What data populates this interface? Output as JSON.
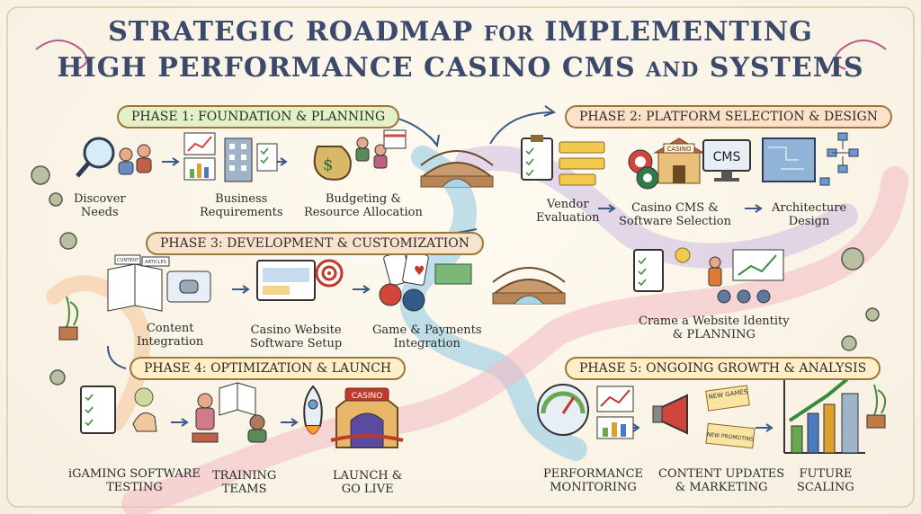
{
  "title": {
    "line1_a": "STRATEGIC ROADMAP",
    "line1_b": "FOR",
    "line1_c": "IMPLEMENTING",
    "line2_a": "HIGH PERFORMANCE CASINO CMS",
    "line2_b": "AND",
    "line2_c": "SYSTEMS"
  },
  "phases": [
    {
      "label": "PHASE 1: FOUNDATION & PLANNING"
    },
    {
      "label": "PHASE 2: PLATFORM SELECTION & DESIGN"
    },
    {
      "label": "PHASE 3: DEVELOPMENT & CUSTOMIZATION"
    },
    {
      "label": "PHASE 4: OPTIMIZATION & LAUNCH"
    },
    {
      "label": "PHASE 5: ONGOING GROWTH & ANALYSIS"
    }
  ],
  "steps": [
    {
      "line1": "Discover",
      "line2": "Needs"
    },
    {
      "line1": "Business",
      "line2": "Requirements"
    },
    {
      "line1": "Budgeting &",
      "line2": "Resource Allocation"
    },
    {
      "line1": "Vendor",
      "line2": "Evaluation"
    },
    {
      "line1": "Casino CMS &",
      "line2": "Software Selection"
    },
    {
      "line1": "Architecture",
      "line2": "Design"
    },
    {
      "line1": "Content",
      "line2": "Integration"
    },
    {
      "line1": "Casino Website",
      "line2": "Software Setup"
    },
    {
      "line1": "Game & Payments",
      "line2": "Integration"
    },
    {
      "line1": "Crame a Website Identity",
      "line2": "& PLANNING"
    },
    {
      "line1": "iGAMING SOFTWARE",
      "line2": "TESTING"
    },
    {
      "line1": "TRAINING",
      "line2": "TEAMS"
    },
    {
      "line1": "LAUNCH &",
      "line2": "GO LIVE"
    },
    {
      "line1": "PERFORMANCE",
      "line2": "MONITORING"
    },
    {
      "line1": "CONTENT UPDATES",
      "line2": "& MARKETING"
    },
    {
      "line1": "FUTURE",
      "line2": "SCALING"
    }
  ],
  "icon_text": {
    "cms": "CMS",
    "casino_sign": "CASINO",
    "casino_arch": "CASINO",
    "dollar": "$",
    "content": "CONTENT",
    "articles": "ARTICLES",
    "new_games": "NEW GAMES",
    "new_promotions": "NEW PROMOTINS"
  },
  "colors": {
    "title": "#3b4a6b",
    "phase_border": "#9a7a3c",
    "river": "#a9d4e6",
    "path": "#f2b9c4"
  }
}
